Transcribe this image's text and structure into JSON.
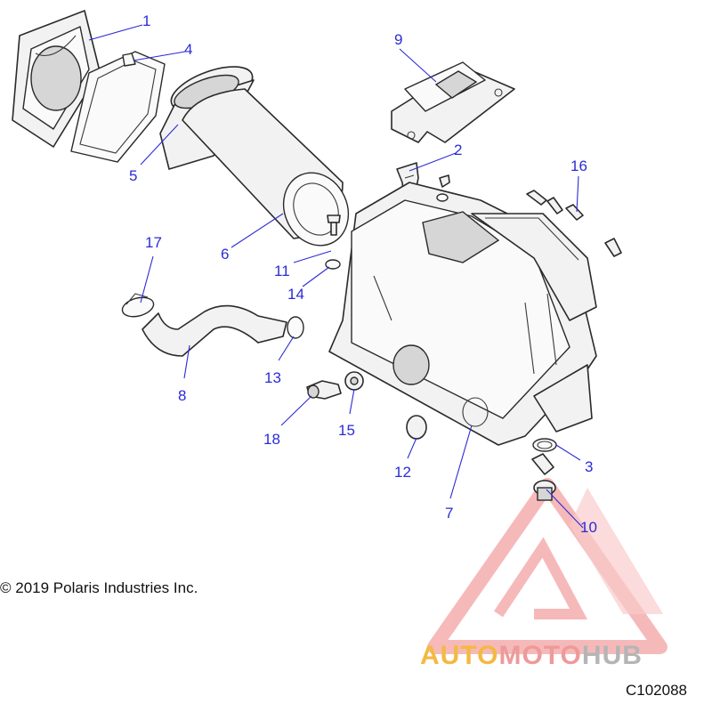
{
  "diagram": {
    "callouts": [
      "1",
      "2",
      "3",
      "4",
      "5",
      "6",
      "7",
      "8",
      "9",
      "10",
      "11",
      "12",
      "13",
      "14",
      "15",
      "16",
      "17",
      "18"
    ],
    "copyright": "© 2019 Polaris Industries Inc.",
    "code": "C102088"
  },
  "watermark": {
    "part1": "AUTO",
    "part2": "MOTO",
    "part3": "HUB",
    "colors": {
      "auto": "#f4b942",
      "moto": "#ee9a9a",
      "hub": "#b5b5b5",
      "logo": "#f08080"
    }
  },
  "colors": {
    "callout": "#2b2bd6"
  }
}
